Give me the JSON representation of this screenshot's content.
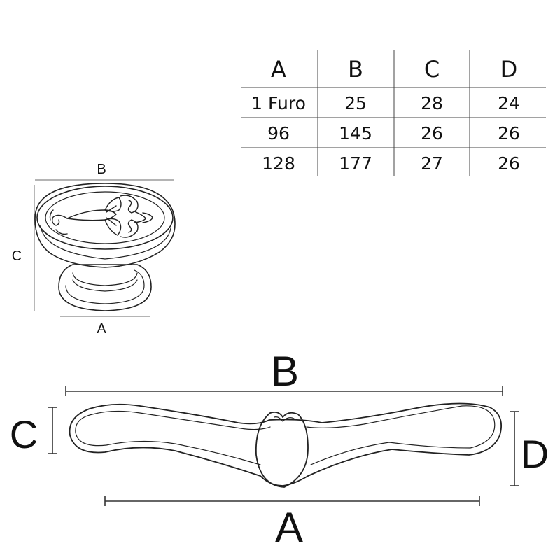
{
  "table": {
    "headers": [
      "A",
      "B",
      "C",
      "D"
    ],
    "rows": [
      [
        "1 Furo",
        "25",
        "28",
        "24"
      ],
      [
        "96",
        "145",
        "26",
        "26"
      ],
      [
        "128",
        "177",
        "27",
        "26"
      ]
    ]
  },
  "knob_drawing": {
    "label_width": "B",
    "label_height": "C",
    "label_base": "A"
  },
  "handle_drawing": {
    "label_length": "B",
    "label_height": "C",
    "label_depth": "D",
    "label_centers": "A"
  }
}
